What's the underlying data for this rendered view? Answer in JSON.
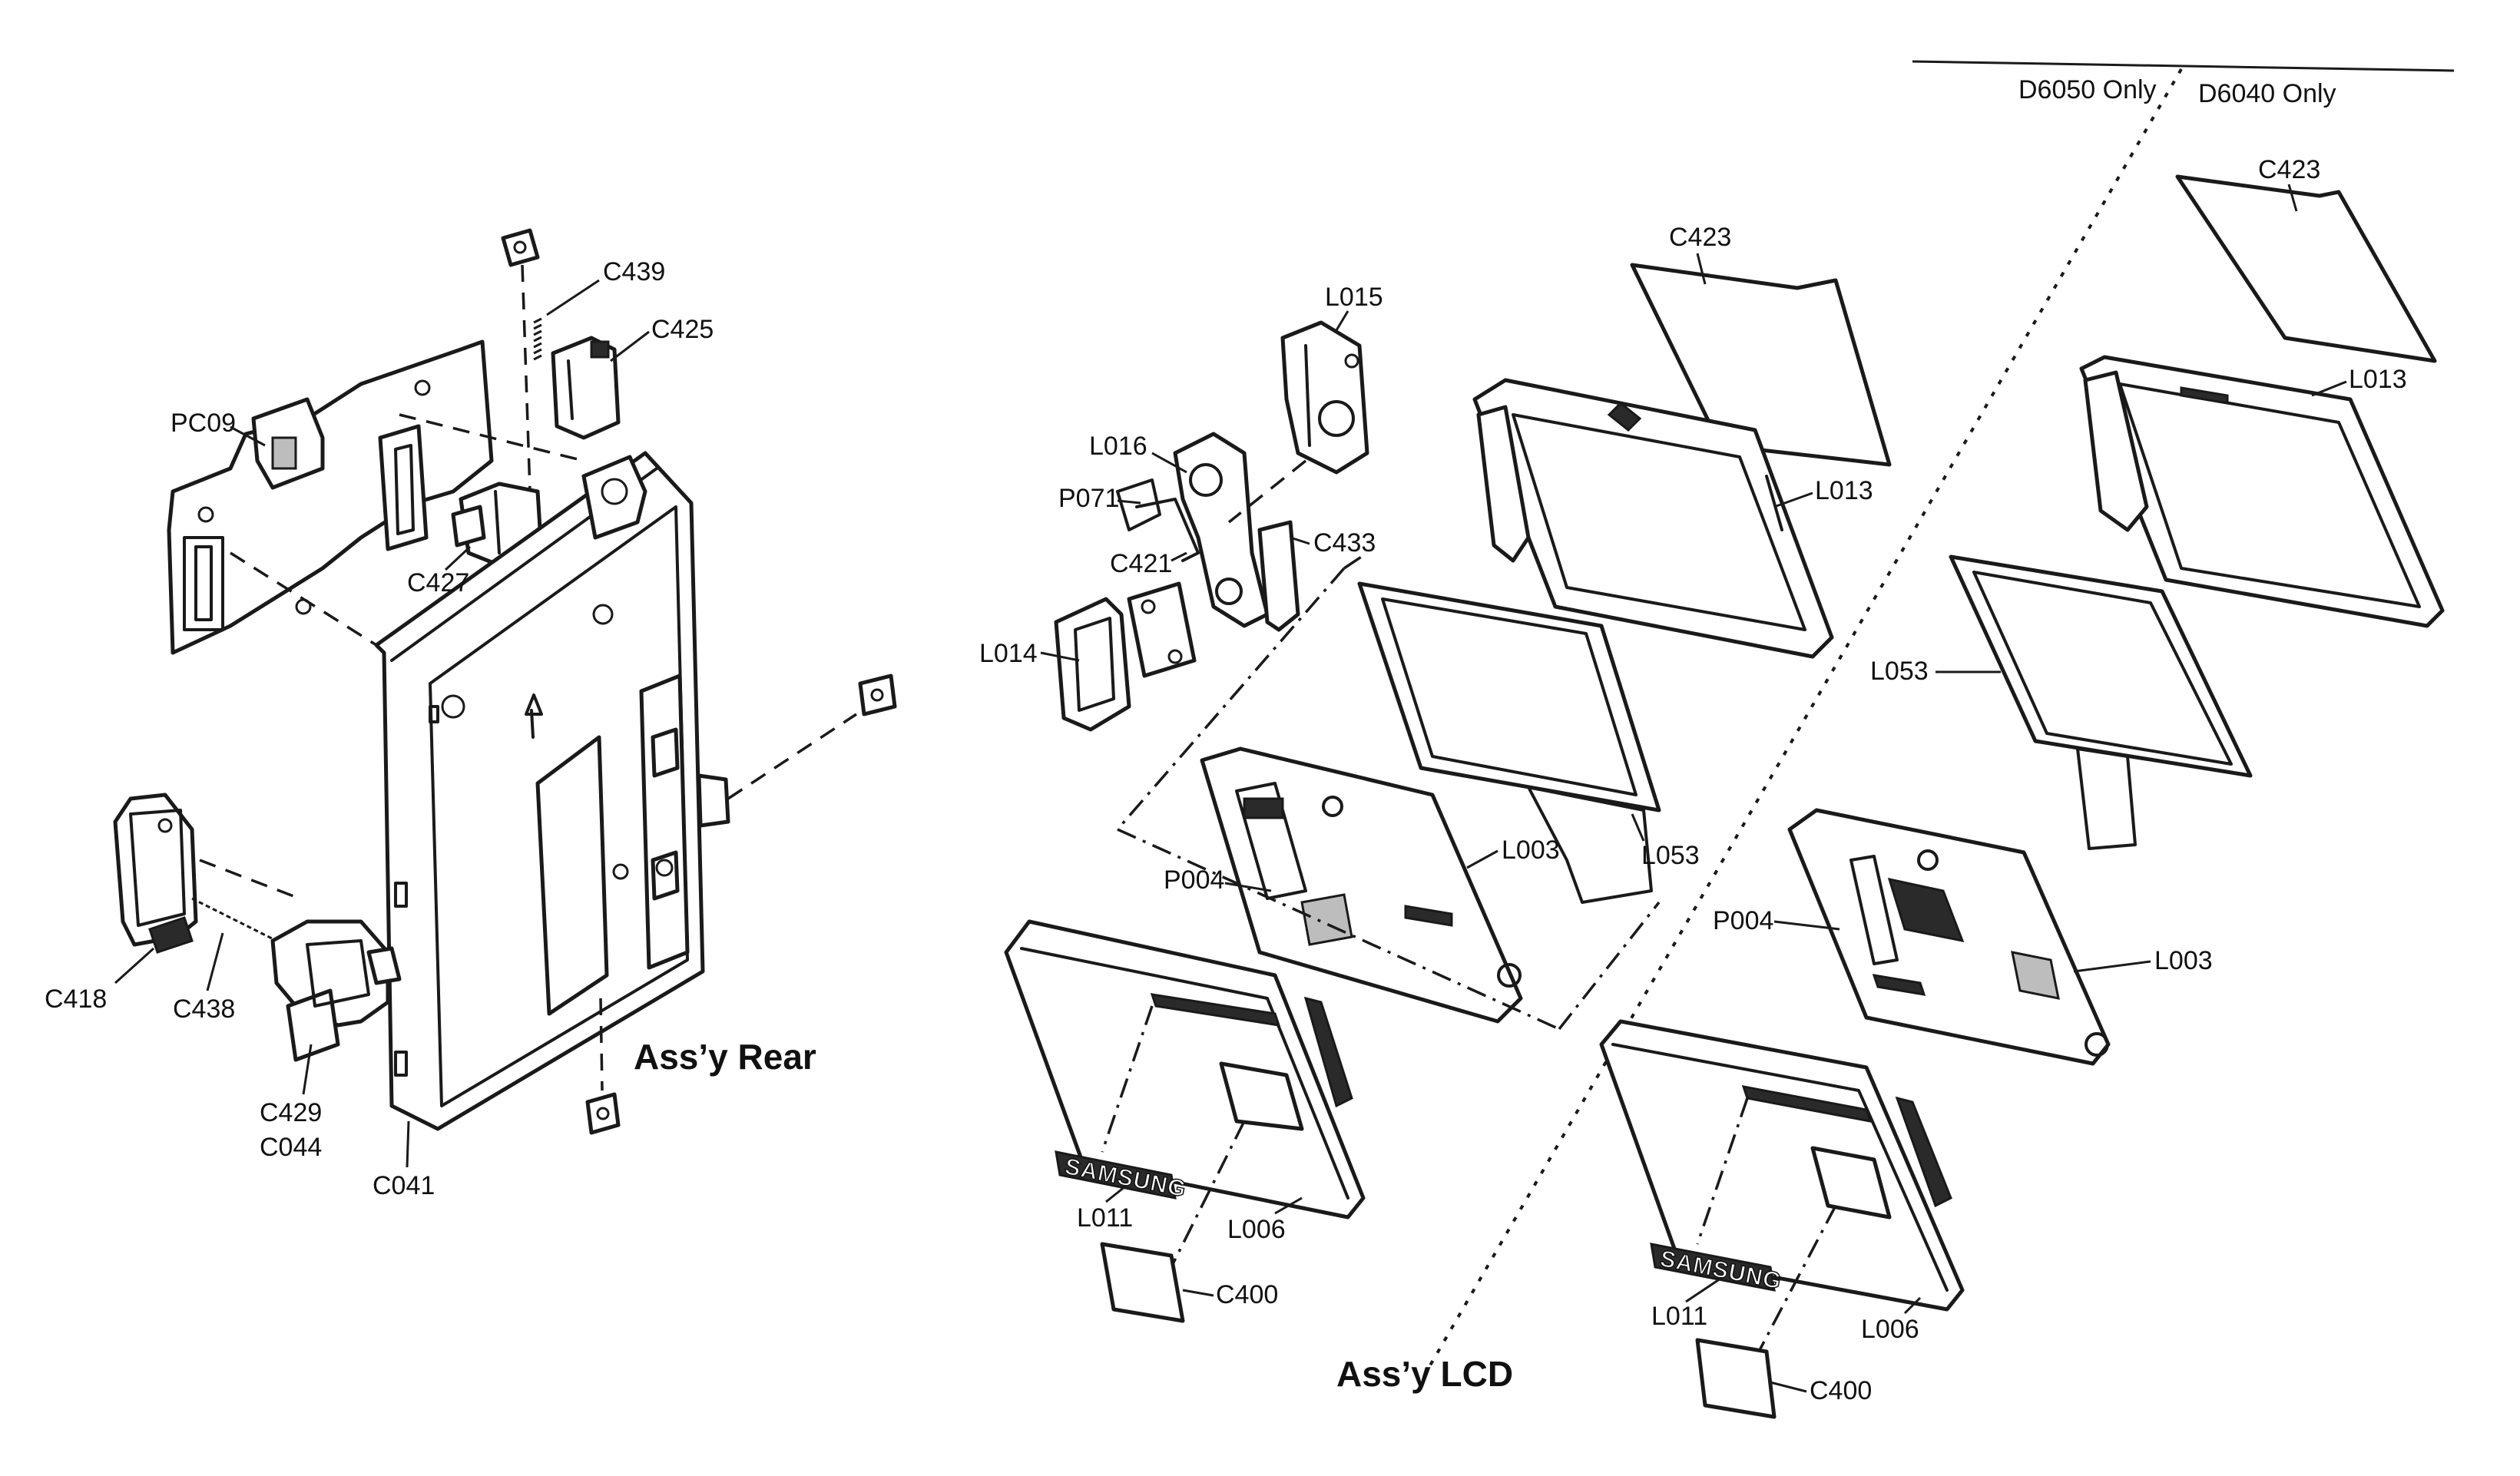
{
  "rear": {
    "title": "Ass’y Rear",
    "labels": {
      "c439": "C439",
      "c425": "C425",
      "p009": "PC09",
      "c427": "C427",
      "c418": "C418",
      "c438": "C438",
      "c429": "C429",
      "c044": "C044",
      "c041": "C041"
    }
  },
  "lcd": {
    "title": "Ass’y LCD",
    "variant_left": "D6050 Only",
    "variant_right": "D6040 Only",
    "labels": {
      "l015": "L015",
      "l016": "L016",
      "p071": "P071",
      "c433": "C433",
      "c421": "C421",
      "l014": "L014",
      "c423_a": "C423",
      "l013_a": "L013",
      "l053_a": "L053",
      "l003_a": "L003",
      "p004_a": "P004",
      "l011_a": "L011",
      "l006_a": "L006",
      "c400_a": "C400",
      "c423_b": "C423",
      "l013_b": "L013",
      "l053_b": "L053",
      "p004_b": "P004",
      "l003_b": "L003",
      "l011_b": "L011",
      "l006_b": "L006",
      "c400_b": "C400"
    },
    "brand_logo": "SAMSUNG"
  }
}
